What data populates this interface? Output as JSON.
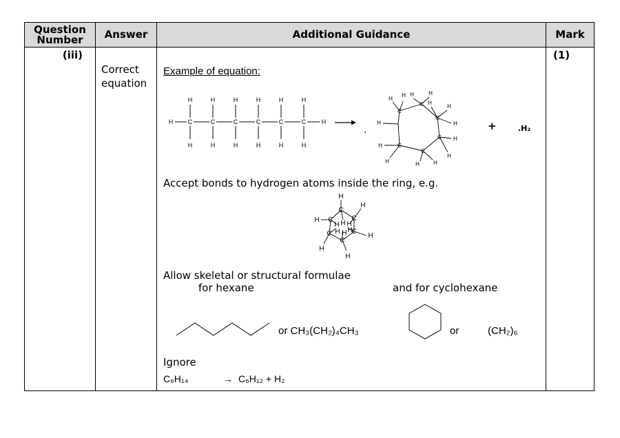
{
  "headers": {
    "question_number": "Question Number",
    "answer": "Answer",
    "guidance": "Additional Guidance",
    "mark": "Mark"
  },
  "row": {
    "question": "(iii)",
    "answer": "Correct equation",
    "mark": "(1)"
  },
  "guidance": {
    "example_heading": "Example of equation:",
    "plus_sign": "+",
    "hydrogen_product": ".H₂",
    "accept_text": "Accept bonds to hydrogen atoms inside the ring, e.g.",
    "allow_line1": "Allow skeletal or structural formulae",
    "allow_line2": "for hexane",
    "cyclohexane_text": "and for cyclohexane",
    "hexane_or": "or CH₃(CH₂)₄CH₃",
    "cyclohexane_or": "or",
    "ch2_6": "(CH₂)₆",
    "ignore_label": "Ignore",
    "ignore_reactant": "C₆H₁₄",
    "ignore_arrow": "→",
    "ignore_products": "C₆H₁₂ + H₂"
  },
  "atoms": {
    "hydrogen": "H",
    "carbon": "C"
  }
}
